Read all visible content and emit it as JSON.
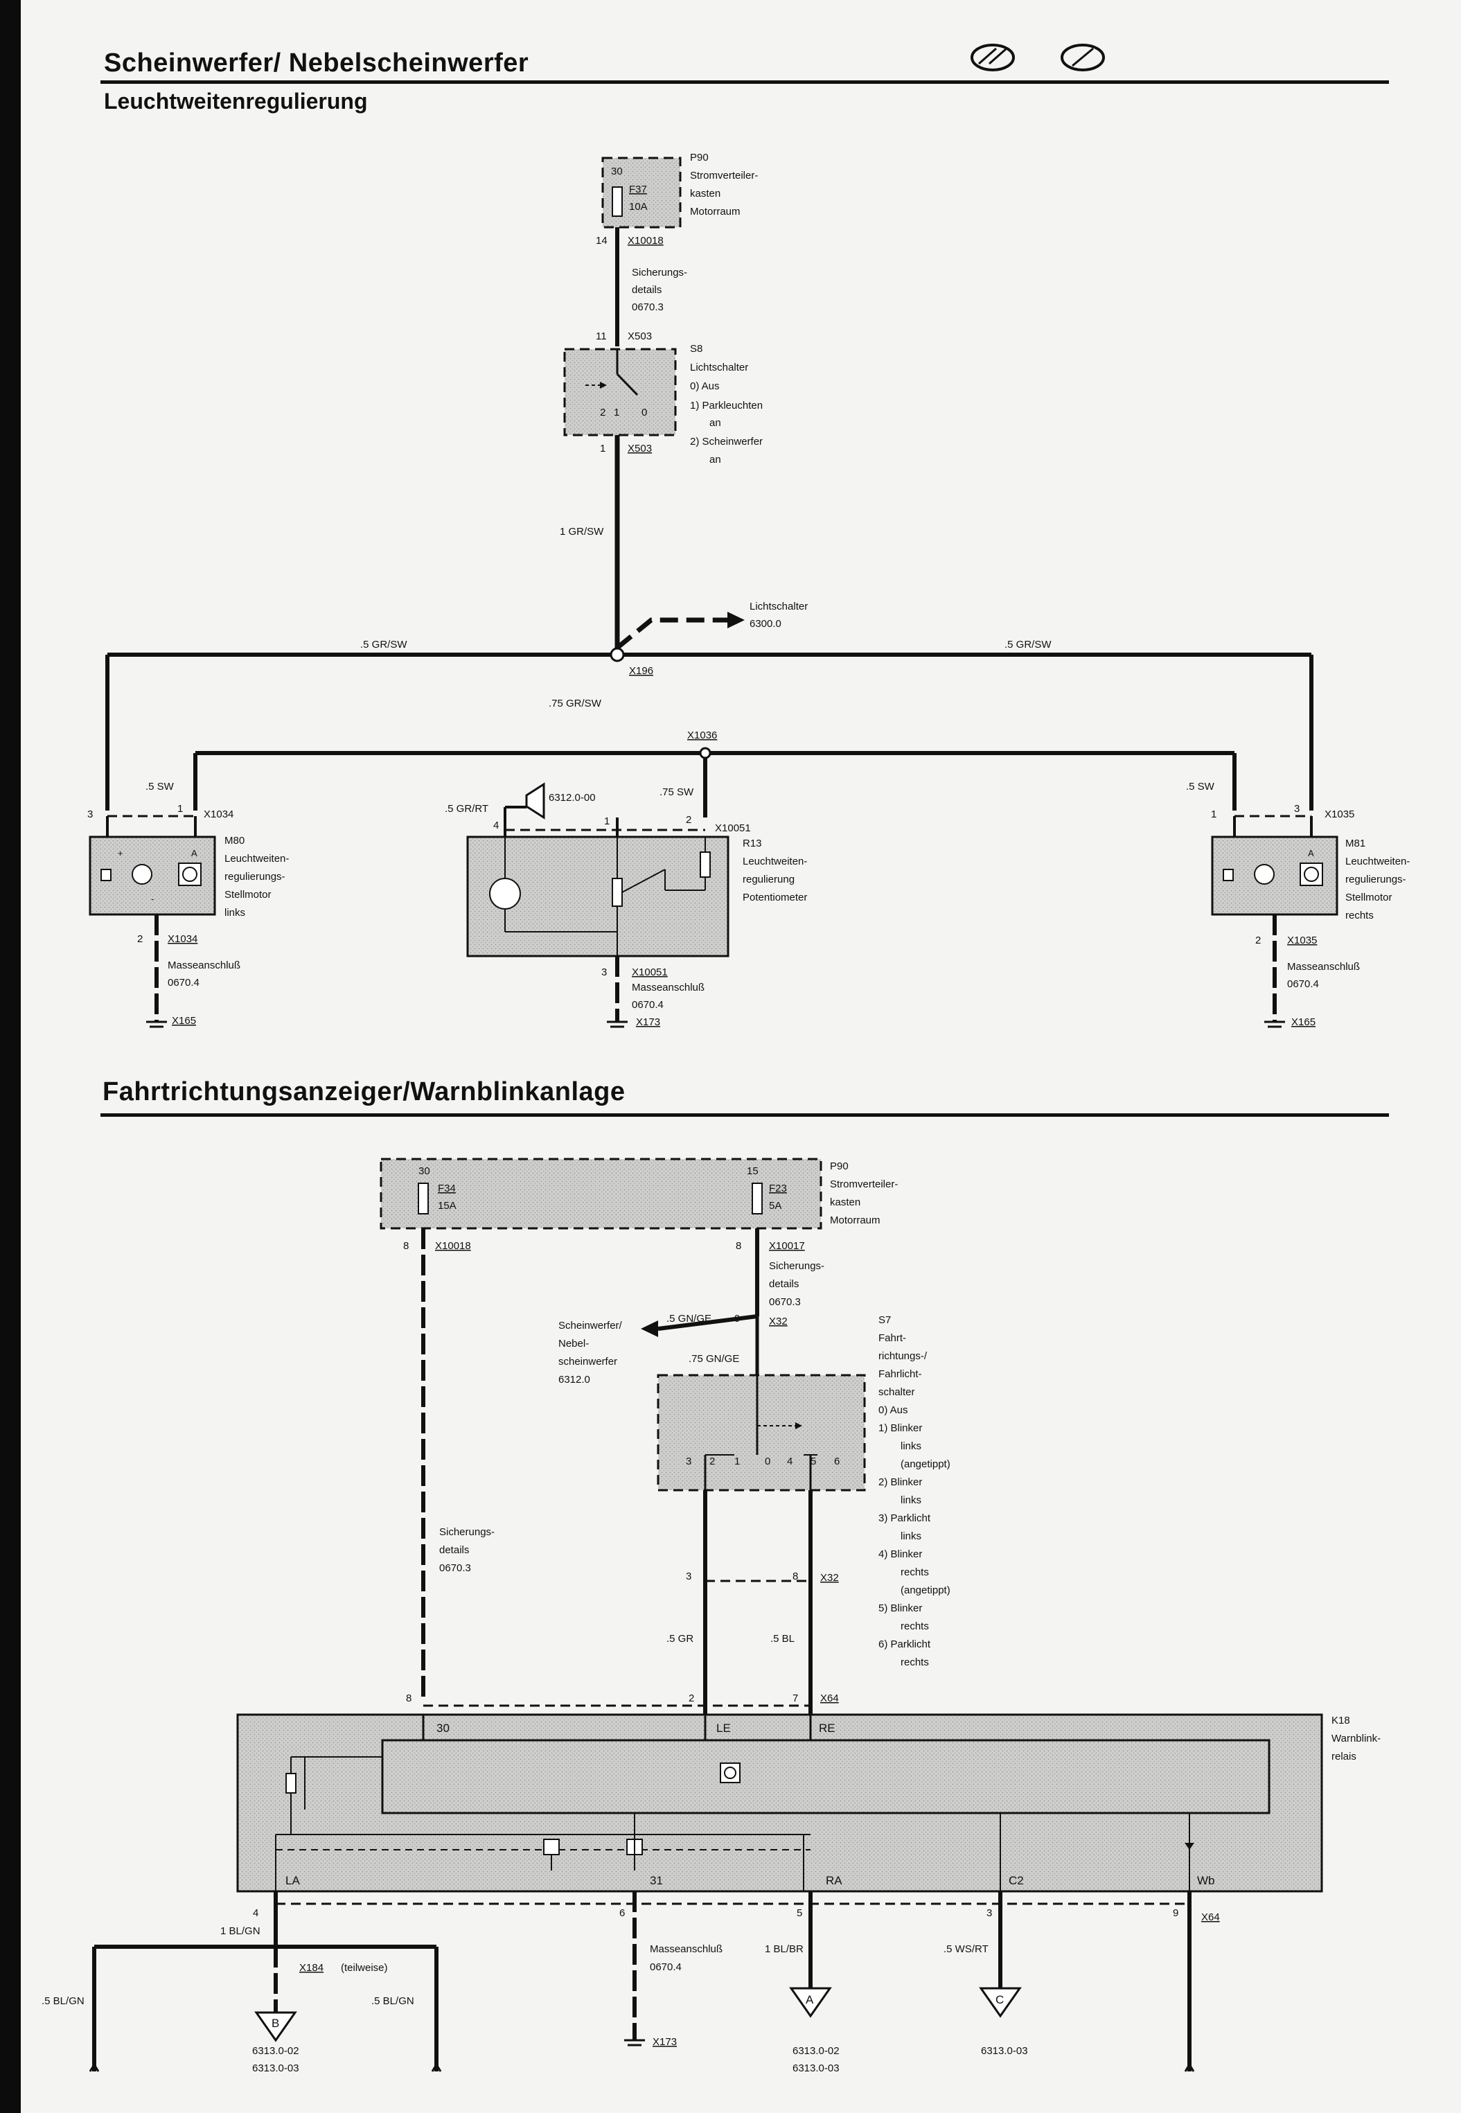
{
  "header": {
    "title": "Scheinwerfer/ Nebelscheinwerfer",
    "subtitle": "Leuchtweitenregulierung",
    "icons": [
      "car-front-lamp-icon",
      "steering-wheel-icon"
    ]
  },
  "section2": {
    "title": "Fahrtrichtungsanzeiger/Warnblinkanlage"
  },
  "top": {
    "p90": {
      "id": "P90",
      "desc1": "Stromverteiler-",
      "desc2": "kasten",
      "desc3": "Motorraum",
      "term": "30",
      "fuse": "F37",
      "amp": "10A"
    },
    "x10018": {
      "pin": "14",
      "label": "X10018"
    },
    "fuse_ref": {
      "l1": "Sicherungs-",
      "l2": "details",
      "l3": "0670.3"
    },
    "x503_top": {
      "pin": "11",
      "label": "X503"
    },
    "x503_bot": {
      "pin": "1",
      "label": "X503"
    },
    "s8": {
      "id": "S8",
      "name": "Lichtschalter",
      "o0": "0)   Aus",
      "o1": "1)   Parkleuchten",
      "o1b": "an",
      "o2": "2)   Scheinwerfer",
      "o2b": "an",
      "p2": "2",
      "p1": "1",
      "p0": "0"
    },
    "wire_main": "1 GR/SW",
    "lichtschalter": {
      "l1": "Lichtschalter",
      "l2": "6300.0"
    },
    "wire_left": ".5 GR/SW",
    "wire_right": ".5 GR/SW",
    "x196": "X196",
    "wire_mid": ".75 GR/SW",
    "x1036": "X1036",
    "m80": {
      "wire": ".5 SW",
      "pin3": "3",
      "pin1": "1",
      "conn": "X1034",
      "id": "M80",
      "d1": "Leuchtweiten-",
      "d2": "regulierungs-",
      "d3": "Stellmotor",
      "d4": "links",
      "gnd_pin": "2",
      "gnd_conn": "X1034",
      "gnd1": "Masseanschluß",
      "gnd2": "0670.4",
      "earth": "X165",
      "plus": "+",
      "minus": "-",
      "a": "A"
    },
    "r13": {
      "wire_a": ".5 GR/RT",
      "pin4": "4",
      "pin1": "1",
      "ref": "6312.0-00",
      "wire_b": ".75 SW",
      "pin2": "2",
      "conn": "X10051",
      "id": "R13",
      "d1": "Leuchtweiten-",
      "d2": "regulierung",
      "d3": "Potentiometer",
      "gnd_pin": "3",
      "gnd_conn": "X10051",
      "gnd1": "Masseanschluß",
      "gnd2": "0670.4",
      "earth": "X173"
    },
    "m81": {
      "wire": ".5 SW",
      "pin1": "1",
      "pin3": "3",
      "conn": "X1035",
      "id": "M81",
      "d1": "Leuchtweiten-",
      "d2": "regulierungs-",
      "d3": "Stellmotor",
      "d4": "rechts",
      "gnd_pin": "2",
      "gnd_conn": "X1035",
      "gnd1": "Masseanschluß",
      "gnd2": "0670.4",
      "earth": "X165",
      "a": "A"
    }
  },
  "bottom": {
    "p90": {
      "id": "P90",
      "d1": "Stromverteiler-",
      "d2": "kasten",
      "d3": "Motorraum",
      "t30": "30",
      "f34": "F34",
      "a34": "15A",
      "t15": "15",
      "f23": "F23",
      "a23": "5A"
    },
    "x10018": {
      "pin": "8",
      "label": "X10018"
    },
    "x10017": {
      "pin": "8",
      "label": "X10017"
    },
    "fuse_ref_r": {
      "l1": "Sicherungs-",
      "l2": "details",
      "l3": "0670.3"
    },
    "fuse_ref_l": {
      "l1": "Sicherungs-",
      "l2": "details",
      "l3": "0670.3"
    },
    "x32_top": {
      "wire": ".5 GN/GE",
      "pin": "9",
      "label": "X32"
    },
    "nebel": {
      "l1": "Scheinwerfer/",
      "l2": "Nebel-",
      "l3": "scheinwerfer",
      "l4": "6312.0"
    },
    "wire_s7": ".75 GN/GE",
    "s7": {
      "id": "S7",
      "d1": "Fahrt-",
      "d2": "richtungs-/",
      "d3": "Fahrlicht-",
      "d4": "schalter",
      "o0": "0)   Aus",
      "o1": "1)   Blinker",
      "o1b": "links",
      "o1c": "(angetippt)",
      "o2": "2)   Blinker",
      "o2b": "links",
      "o3": "3)   Parklicht",
      "o3b": "links",
      "o4": "4)   Blinker",
      "o4b": "rechts",
      "o4c": "(angetippt)",
      "o5": "5)   Blinker",
      "o5b": "rechts",
      "o6": "6)   Parklicht",
      "o6b": "rechts",
      "p3": "3",
      "p2": "2",
      "p1": "1",
      "p0": "0",
      "p4": "4",
      "p5": "5",
      "p6": "6"
    },
    "x32_mid": {
      "pin_l": "3",
      "pin_r": "8",
      "label": "X32"
    },
    "wire_gr": ".5 GR",
    "wire_bl": ".5 BL",
    "x64_top": {
      "p8": "8",
      "p2": "2",
      "p7": "7",
      "label": "X64"
    },
    "k18": {
      "id": "K18",
      "d1": "Warnblink-",
      "d2": "relais",
      "t30": "30",
      "le": "LE",
      "re": "RE",
      "la": "LA",
      "t31": "31",
      "ra": "RA",
      "c2": "C2",
      "wb": "Wb"
    },
    "x64_bot": {
      "p4": "4",
      "p6": "6",
      "p5": "5",
      "p3": "3",
      "p9": "9",
      "label": "X64"
    },
    "left": {
      "wire1": "1 BL/GN",
      "wire2": ".5 BL/GN",
      "wire3": ".5 BL/GN",
      "conn": "X184",
      "note": "(teilweise)",
      "marker": "B",
      "ref1": "6313.0-02",
      "ref2": "6313.0-03"
    },
    "gnd": {
      "l1": "Masseanschluß",
      "l2": "0670.4",
      "earth": "X173"
    },
    "mid": {
      "wire": "1 BL/BR",
      "marker": "A",
      "ref1": "6313.0-02",
      "ref2": "6313.0-03"
    },
    "right": {
      "wire": ".5 WS/RT",
      "marker": "C",
      "ref1": "6313.0-03"
    }
  }
}
